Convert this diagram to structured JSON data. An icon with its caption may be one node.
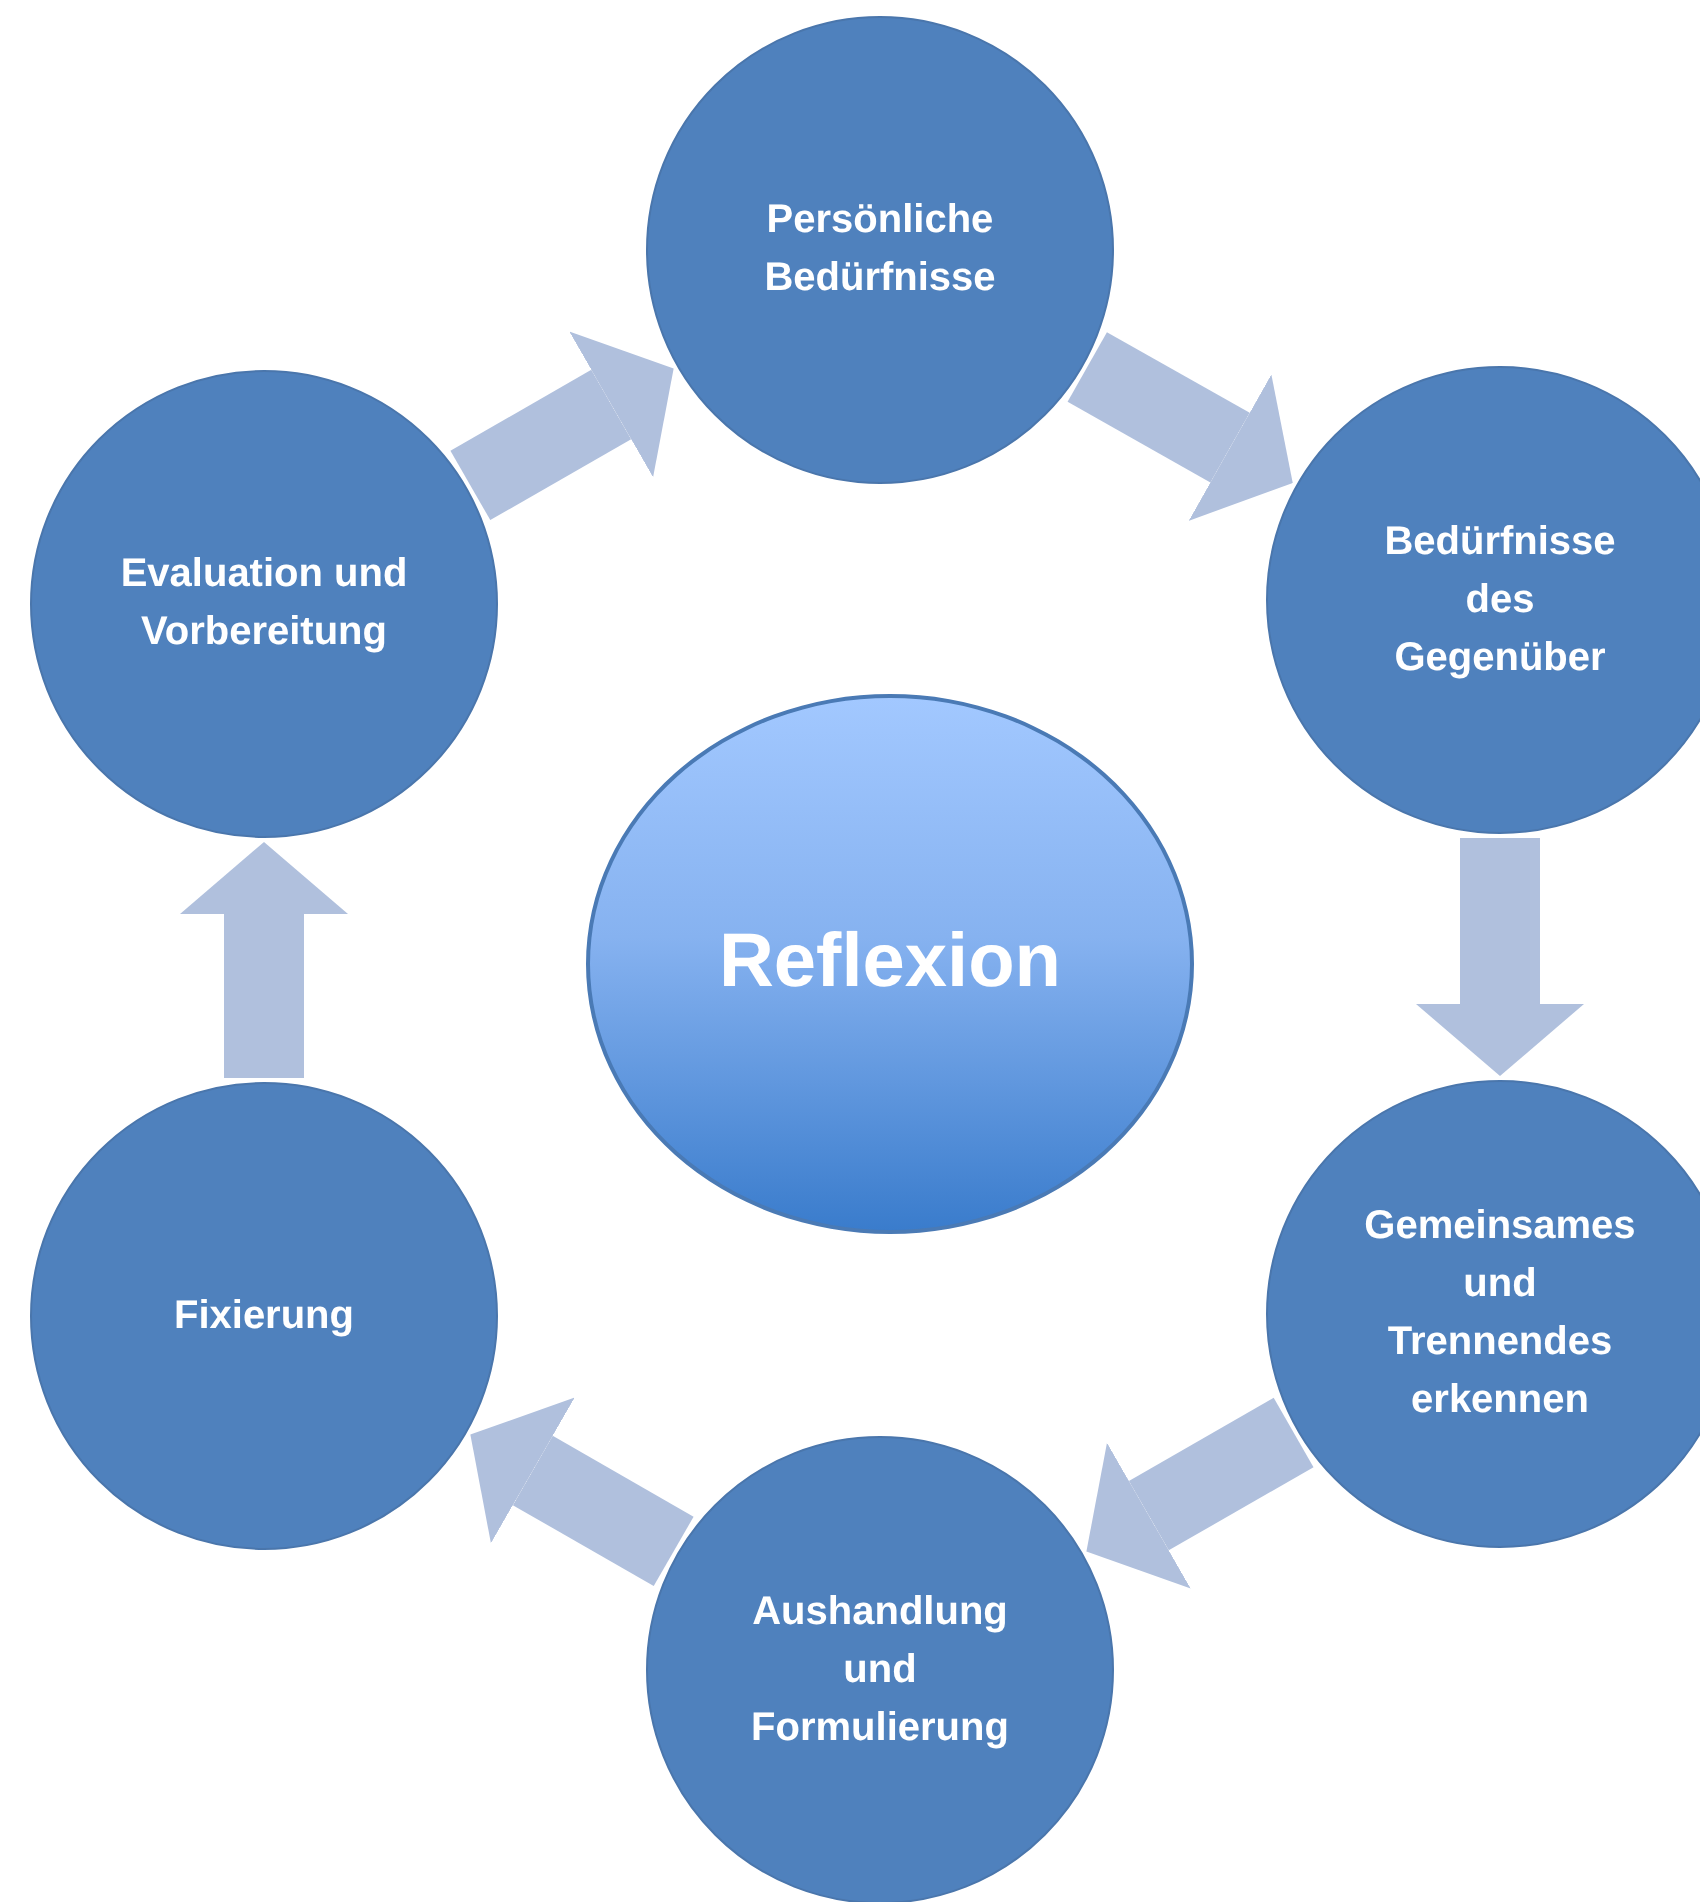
{
  "diagram": {
    "nodes": [
      {
        "text": [
          "Persönliche Bedürfnisse"
        ]
      },
      {
        "text": [
          "Bedürfnisse des Gegenüber"
        ]
      },
      {
        "text": [
          "Gemeinsames und Trennendes erkennen"
        ]
      },
      {
        "text": [
          "Aushandlung und Formulierung"
        ]
      },
      {
        "text": [
          "Fixierung"
        ]
      },
      {
        "text": [
          "Evaluation und Vorbereitung"
        ]
      },
      {
        "text": [
          "Reflexion"
        ]
      }
    ],
    "edges": [
      {
        "from": 0,
        "to": 1,
        "arrow": "to"
      },
      {
        "from": 1,
        "to": 2,
        "arrow": "to"
      },
      {
        "from": 2,
        "to": 3,
        "arrow": "to"
      },
      {
        "from": 3,
        "to": 4,
        "arrow": "to"
      },
      {
        "from": 4,
        "to": 5,
        "arrow": "to"
      },
      {
        "from": 5,
        "to": 0,
        "arrow": "to"
      }
    ]
  }
}
